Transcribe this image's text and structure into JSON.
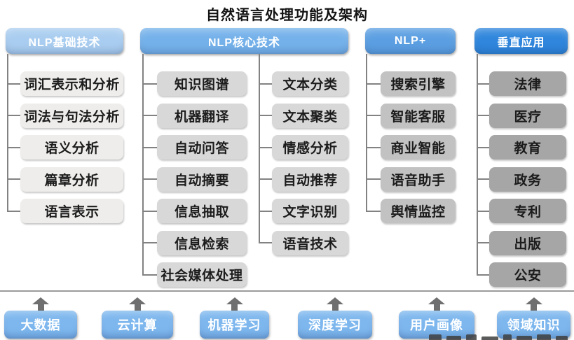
{
  "title": "自然语言处理功能及架构",
  "columns": [
    {
      "header": "NLP基础技术",
      "items": [
        "词汇表示和分析",
        "词法与句法分析",
        "语义分析",
        "篇章分析",
        "语言表示"
      ]
    },
    {
      "header": "NLP核心技术",
      "items_left": [
        "知识图谱",
        "机器翻译",
        "自动问答",
        "自动摘要",
        "信息抽取",
        "信息检索",
        "社会媒体处理"
      ],
      "items_right": [
        "文本分类",
        "文本聚类",
        "情感分析",
        "自动推荐",
        "文字识别",
        "语音技术"
      ]
    },
    {
      "header": "NLP+",
      "items": [
        "搜索引擎",
        "智能客服",
        "商业智能",
        "语音助手",
        "舆情监控"
      ]
    },
    {
      "header": "垂直应用",
      "items": [
        "法律",
        "医疗",
        "教育",
        "政务",
        "专利",
        "出版",
        "公安"
      ]
    }
  ],
  "foundations": [
    "大数据",
    "云计算",
    "机器学习",
    "深度学习",
    "用户画像",
    "领域知识"
  ],
  "colors": {
    "header_blues": [
      "#a9cdf0",
      "#74b1ea",
      "#5b9fe2",
      "#2f86dc"
    ],
    "item_grays": [
      "#eeedeb",
      "#d8d8d8",
      "#c2c2c2",
      "#a6a6a6"
    ],
    "foundation_blue": "#7db7ee",
    "connector": "#828282",
    "arrow": "#6f6f6f",
    "separator": "#9b9b9b",
    "title_text": "#141414",
    "node_text": "#1c1c1c",
    "header_text": "#ffffff"
  }
}
